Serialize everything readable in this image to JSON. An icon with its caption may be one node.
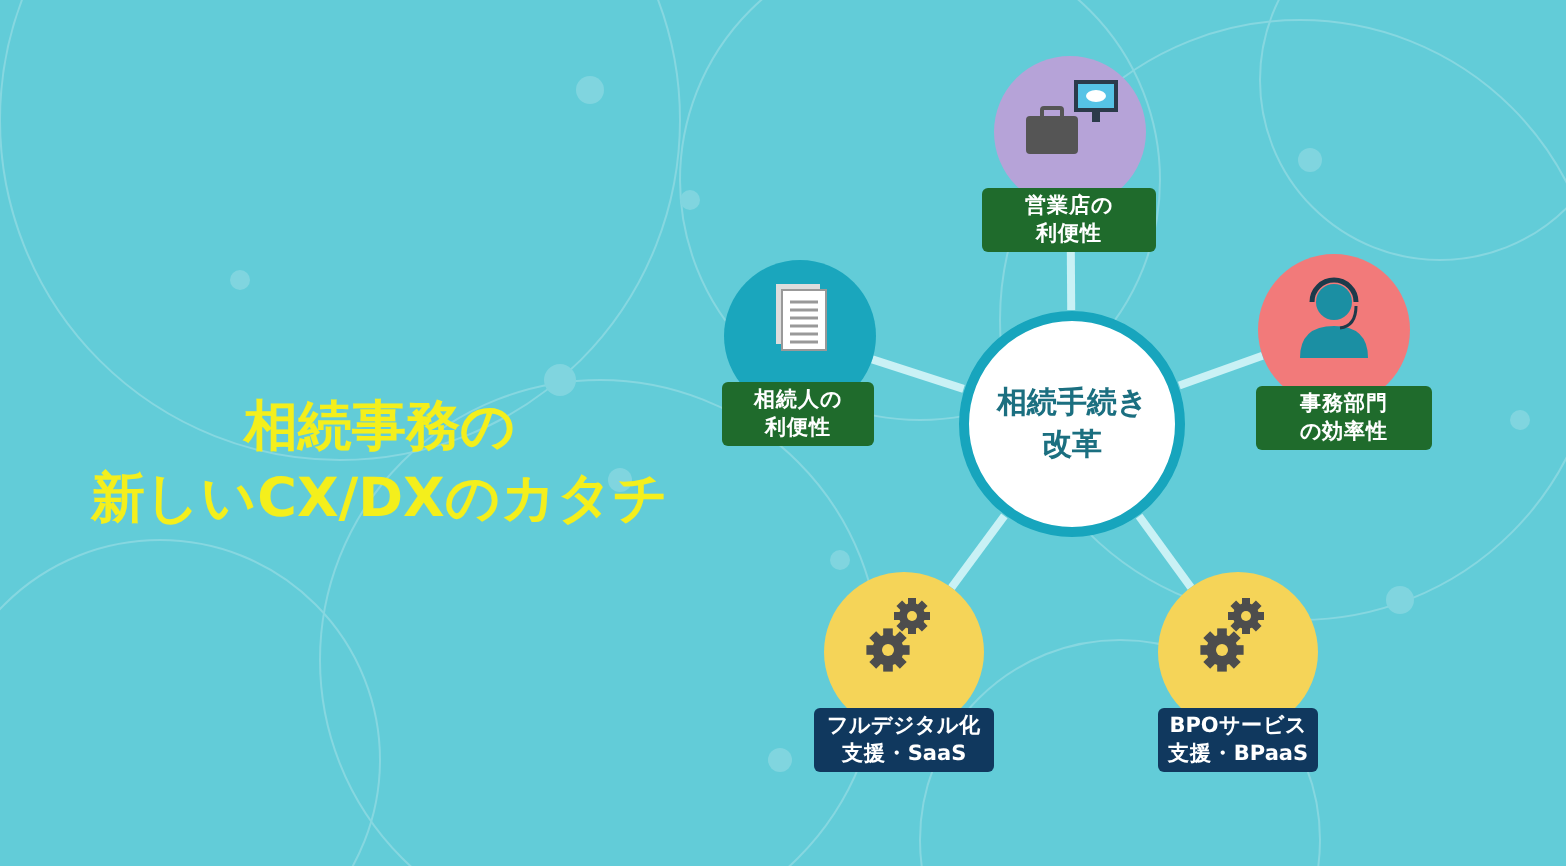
{
  "diagram": {
    "title": "相続事務の新しいCX/DXのカタチ",
    "nodes": [
      {
        "text": [
          "営業店の利便性"
        ]
      },
      {
        "text": [
          "相続人の利便性"
        ]
      },
      {
        "text": [
          "相続手続き改革"
        ]
      },
      {
        "text": [
          "事務部門の効率性"
        ]
      },
      {
        "text": [
          "フルデジタル化支援・SaaS"
        ]
      },
      {
        "text": [
          "BPOサービス支援・BPaaS"
        ]
      }
    ],
    "edges": [
      {
        "from": 2,
        "to": 0,
        "arrow": "none"
      },
      {
        "from": 2,
        "to": 1,
        "arrow": "none"
      },
      {
        "from": 2,
        "to": 3,
        "arrow": "none"
      },
      {
        "from": 2,
        "to": 4,
        "arrow": "none"
      },
      {
        "from": 2,
        "to": 5,
        "arrow": "none"
      }
    ]
  }
}
